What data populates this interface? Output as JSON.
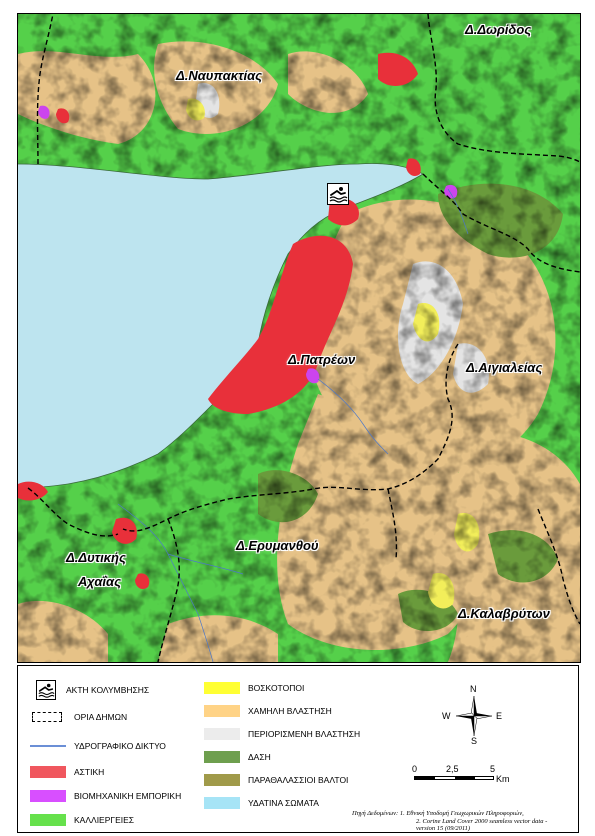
{
  "map": {
    "places": [
      {
        "id": "dorida",
        "label": "Δ.Δωρίδος"
      },
      {
        "id": "nafpaktia",
        "label": "Δ.Ναυπακτίας"
      },
      {
        "id": "patreon",
        "label": "Δ.Πατρέων"
      },
      {
        "id": "aigialeia",
        "label": "Δ.Αιγιαλείας"
      },
      {
        "id": "erymanthos",
        "label": "Δ.Ερυμανθού"
      },
      {
        "id": "dytiki",
        "label": "Δ.Δυτικής"
      },
      {
        "id": "achaia",
        "label": "Αχαΐας"
      },
      {
        "id": "kalavryta",
        "label": "Δ.Καλαβρύτων"
      }
    ],
    "colors": {
      "sea": "#bde4ef",
      "cultivated": "#55d04a",
      "urban": "#e8303a",
      "industrial": "#cc44ee",
      "pasture": "#f2ee5a",
      "low_vegetation": "#e6c287",
      "limited_vegetation": "#e4e4e4",
      "forest": "#6a9b3c",
      "wetland": "#a09a4a",
      "water_bodies": "#aee0f2"
    }
  },
  "legend": {
    "left": [
      {
        "type": "beach",
        "label": "ΑΚΤΗ ΚΟΛΥΜΒΗΣΗΣ",
        "icon": "swimmer-icon"
      },
      {
        "type": "dashed",
        "label": "ΟΡΙΑ ΔΗΜΩΝ"
      },
      {
        "type": "line",
        "label": "ΥΔΡΟΓΡΑΦΙΚΟ ΔΙΚΤΥΟ",
        "color": "#6b8fd6"
      },
      {
        "type": "fill",
        "label": "ΑΣΤΙΚΗ",
        "color": "#f0575e"
      },
      {
        "type": "fill",
        "label": "ΒΙΟΜΗΧΑΝΙΚΗ ΕΜΠΟΡΙΚΗ",
        "color": "#d84fff"
      },
      {
        "type": "fill",
        "label": "ΚΑΛΛΙΕΡΓΕΙΕΣ",
        "color": "#66e14c"
      }
    ],
    "middle": [
      {
        "label": "ΒΟΣΚΟΤΟΠΟΙ",
        "color": "#ffff33"
      },
      {
        "label": "ΧΑΜΗΛΗ ΒΛΑΣΤΗΣΗ",
        "color": "#ffd386"
      },
      {
        "label": "ΠΕΡΙΟΡΙΣΜΕΝΗ ΒΛΑΣΤΗΣΗ",
        "color": "#ececec"
      },
      {
        "label": "ΔΑΣΗ",
        "color": "#6e9f4e"
      },
      {
        "label": "ΠΑΡΑΘΑΛΑΣΣΙΟΙ ΒΑΛΤΟΙ",
        "color": "#a09a4a"
      },
      {
        "label": "ΥΔΑΤΙΝΑ ΣΩΜΑΤΑ",
        "color": "#a6e4f6"
      }
    ],
    "compass": {
      "n": "N",
      "s": "S",
      "w": "W",
      "e": "E"
    },
    "scale": {
      "t0": "0",
      "t1": "2,5",
      "t2": "5",
      "unit": "Km"
    },
    "source": {
      "line1": "Πηγή Δεδομένων: 1. Εθνική Υποδομή Γεωχωρικών Πληροφοριών,",
      "line2": "2. Corine Land Cover 2000 seamless vector data -",
      "line3": "version 15 (09/2011)"
    }
  }
}
